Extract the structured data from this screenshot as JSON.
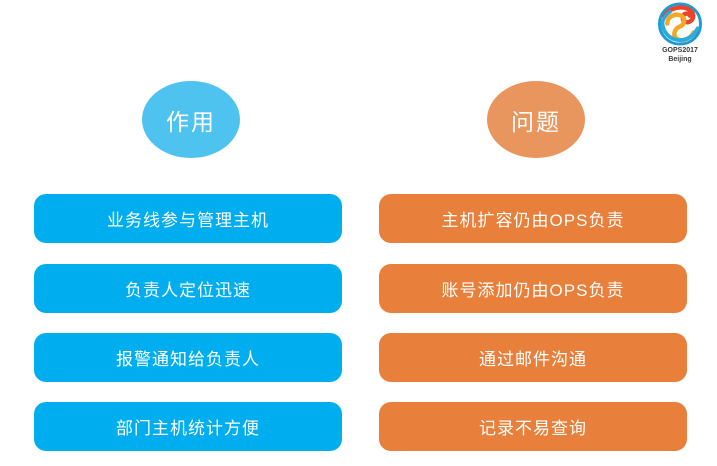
{
  "logo": {
    "name": "gops-logo",
    "line1": "GOPS2017",
    "line2": "Beijing"
  },
  "colors": {
    "blue_box": "#00AEEF",
    "blue_bubble": "#4FC3F0",
    "orange_box": "#E87F3B",
    "orange_bubble": "#E8965E",
    "background": "#FFFFFF",
    "text": "#FFFFFF"
  },
  "columns": [
    {
      "id": "benefits",
      "header": "作用",
      "items": [
        "业务线参与管理主机",
        "负责人定位迅速",
        "报警通知给负责人",
        "部门主机统计方便"
      ]
    },
    {
      "id": "problems",
      "header": "问题",
      "items": [
        "主机扩容仍由OPS负责",
        "账号添加仍由OPS负责",
        "通过邮件沟通",
        "记录不易查询"
      ]
    }
  ]
}
